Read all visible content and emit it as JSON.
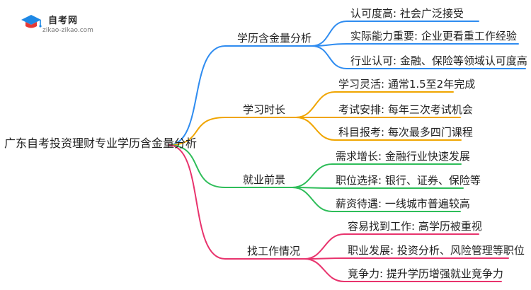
{
  "logo": {
    "title": "自考网",
    "subtitle": "zikao-zikao.com",
    "colors": {
      "blue": "#1e88e5",
      "red": "#e53935"
    }
  },
  "mindmap": {
    "root": "广东自考投资理财专业学历含金量分析",
    "branches": [
      {
        "label": "学历含金量分析",
        "color": "#2f8cf0",
        "leaves": [
          "认可度高: 社会广泛接受",
          "实际能力重要: 企业更看重工作经验",
          "行业认可: 金融、保险等领域认可度高"
        ]
      },
      {
        "label": "学习时长",
        "color": "#f0a500",
        "leaves": [
          "学习灵活: 通常1.5至2年完成",
          "考试安排: 每年三次考试机会",
          "科目报考: 每次最多四门课程"
        ]
      },
      {
        "label": "就业前景",
        "color": "#2ebd59",
        "leaves": [
          "需求增长: 金融行业快速发展",
          "职位选择: 银行、证券、保险等",
          "薪资待遇: 一线城市普遍较高"
        ]
      },
      {
        "label": "找工作情况",
        "color": "#e8336d",
        "leaves": [
          "容易找到工作: 高学历被重视",
          "职业发展: 投资分析、风险管理等职位",
          "竞争力: 提升学历增强就业竞争力"
        ]
      }
    ]
  }
}
